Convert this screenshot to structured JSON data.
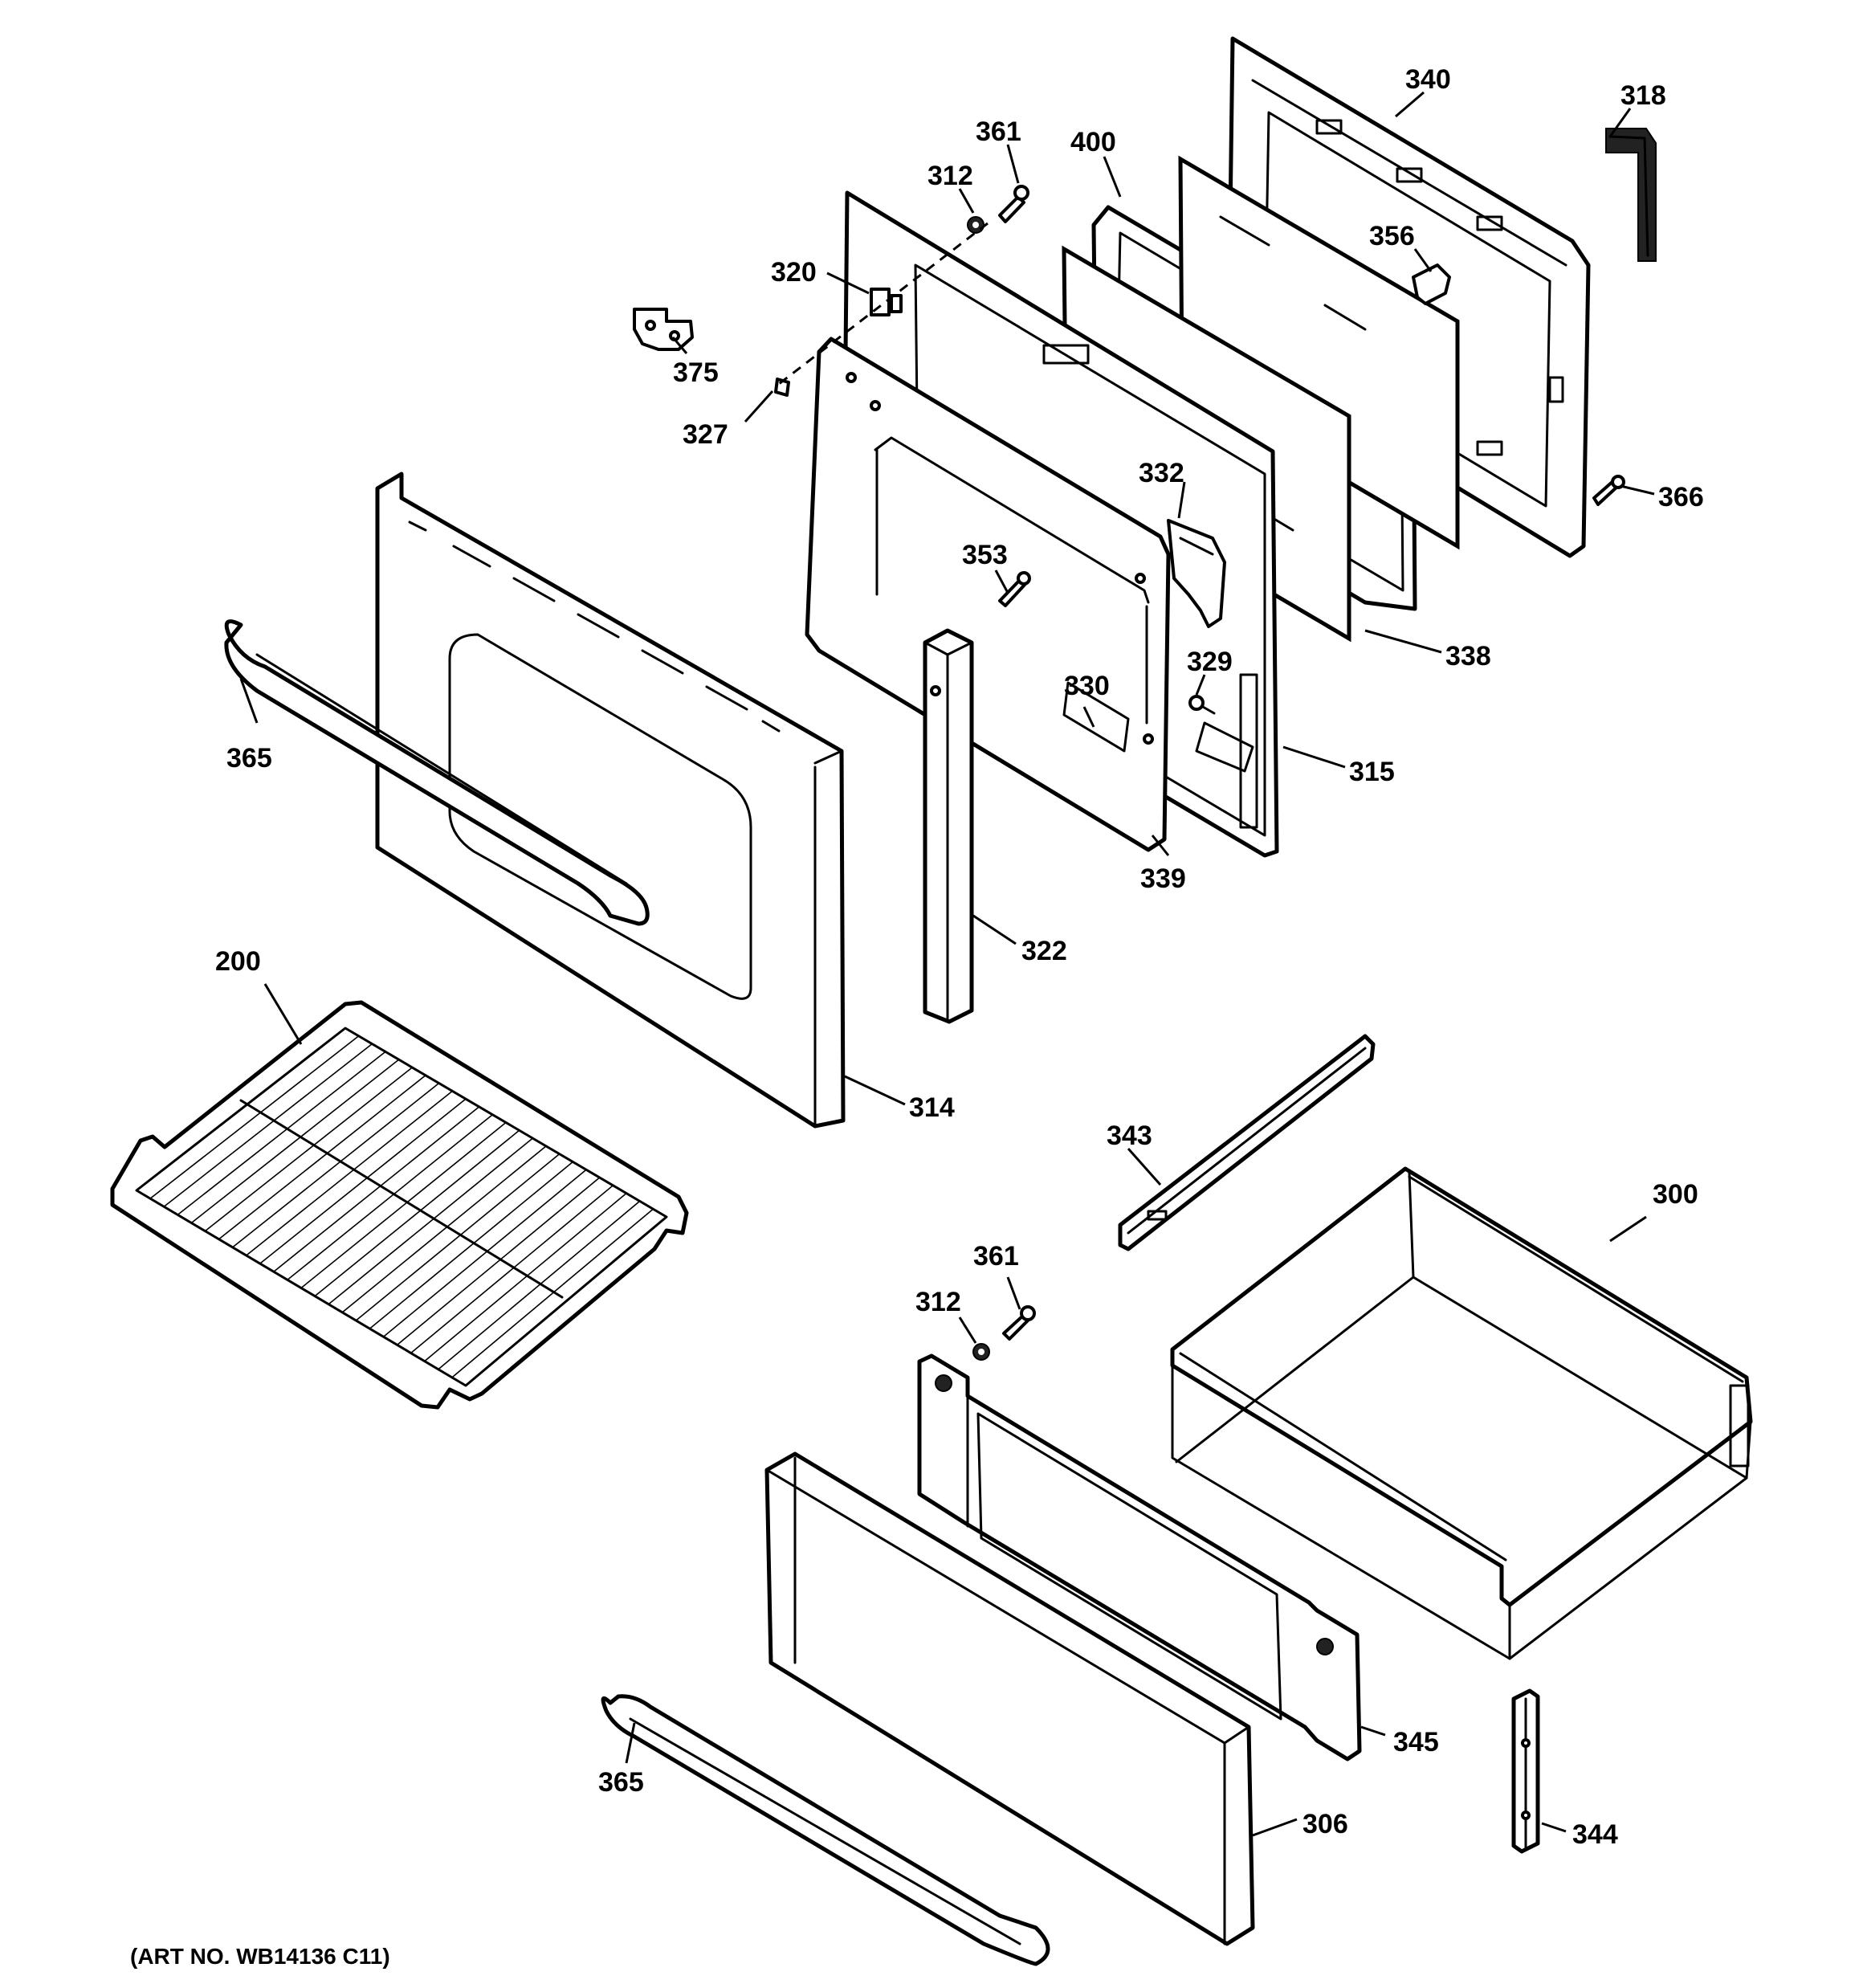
{
  "art_number": "(ART NO. WB14136 C11)",
  "callouts": [
    {
      "id": "c340",
      "text": "340"
    },
    {
      "id": "c318",
      "text": "318"
    },
    {
      "id": "c361a",
      "text": "361"
    },
    {
      "id": "c400",
      "text": "400"
    },
    {
      "id": "c312a",
      "text": "312"
    },
    {
      "id": "c356",
      "text": "356"
    },
    {
      "id": "c320",
      "text": "320"
    },
    {
      "id": "c375",
      "text": "375"
    },
    {
      "id": "c327",
      "text": "327"
    },
    {
      "id": "c332",
      "text": "332"
    },
    {
      "id": "c366",
      "text": "366"
    },
    {
      "id": "c353",
      "text": "353"
    },
    {
      "id": "c338",
      "text": "338"
    },
    {
      "id": "c329",
      "text": "329"
    },
    {
      "id": "c365a",
      "text": "365"
    },
    {
      "id": "c330",
      "text": "330"
    },
    {
      "id": "c315",
      "text": "315"
    },
    {
      "id": "c339",
      "text": "339"
    },
    {
      "id": "c322",
      "text": "322"
    },
    {
      "id": "c200",
      "text": "200"
    },
    {
      "id": "c314",
      "text": "314"
    },
    {
      "id": "c343",
      "text": "343"
    },
    {
      "id": "c300",
      "text": "300"
    },
    {
      "id": "c361b",
      "text": "361"
    },
    {
      "id": "c312b",
      "text": "312"
    },
    {
      "id": "c345",
      "text": "345"
    },
    {
      "id": "c365b",
      "text": "365"
    },
    {
      "id": "c306",
      "text": "306"
    },
    {
      "id": "c344",
      "text": "344"
    }
  ]
}
